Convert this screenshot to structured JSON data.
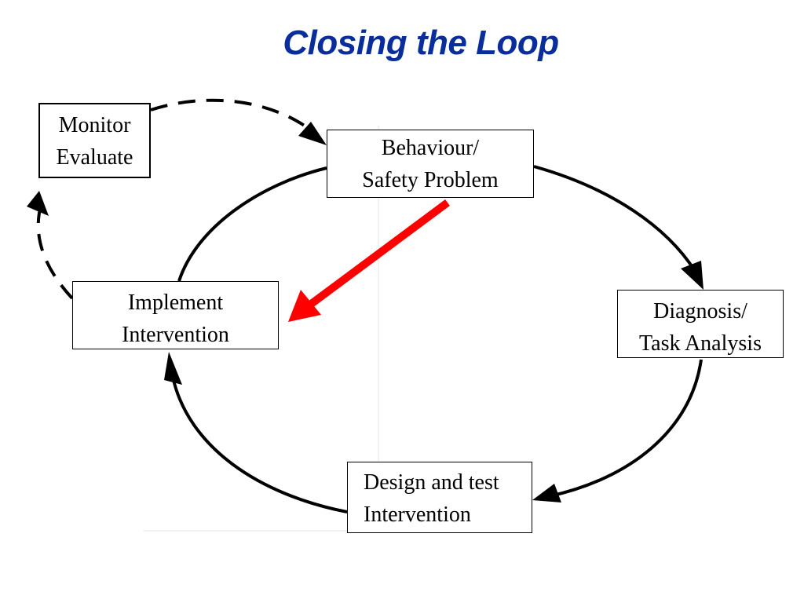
{
  "slide": {
    "title": "Closing the Loop"
  },
  "diagram": {
    "nodes": {
      "monitor": {
        "line1": "Monitor",
        "line2": "Evaluate"
      },
      "behaviour": {
        "line1": "Behaviour/",
        "line2": "Safety Problem"
      },
      "diagnosis": {
        "line1": "Diagnosis/",
        "line2": "Task Analysis"
      },
      "design": {
        "line1": "Design and test",
        "line2": "Intervention"
      },
      "implement": {
        "line1": "Implement",
        "line2": "Intervention"
      }
    },
    "edges": [
      {
        "from": "behaviour",
        "to": "diagnosis",
        "style": "solid"
      },
      {
        "from": "diagnosis",
        "to": "design",
        "style": "solid"
      },
      {
        "from": "design",
        "to": "implement",
        "style": "solid"
      },
      {
        "from": "implement",
        "to": "monitor",
        "style": "dashed"
      },
      {
        "from": "monitor",
        "to": "behaviour",
        "style": "dashed"
      },
      {
        "from": "behaviour",
        "to": "implement",
        "style": "highlight"
      }
    ],
    "colors": {
      "title": "#0a2d9c",
      "highlight_arrow": "#ff0000",
      "loop": "#000000"
    }
  }
}
